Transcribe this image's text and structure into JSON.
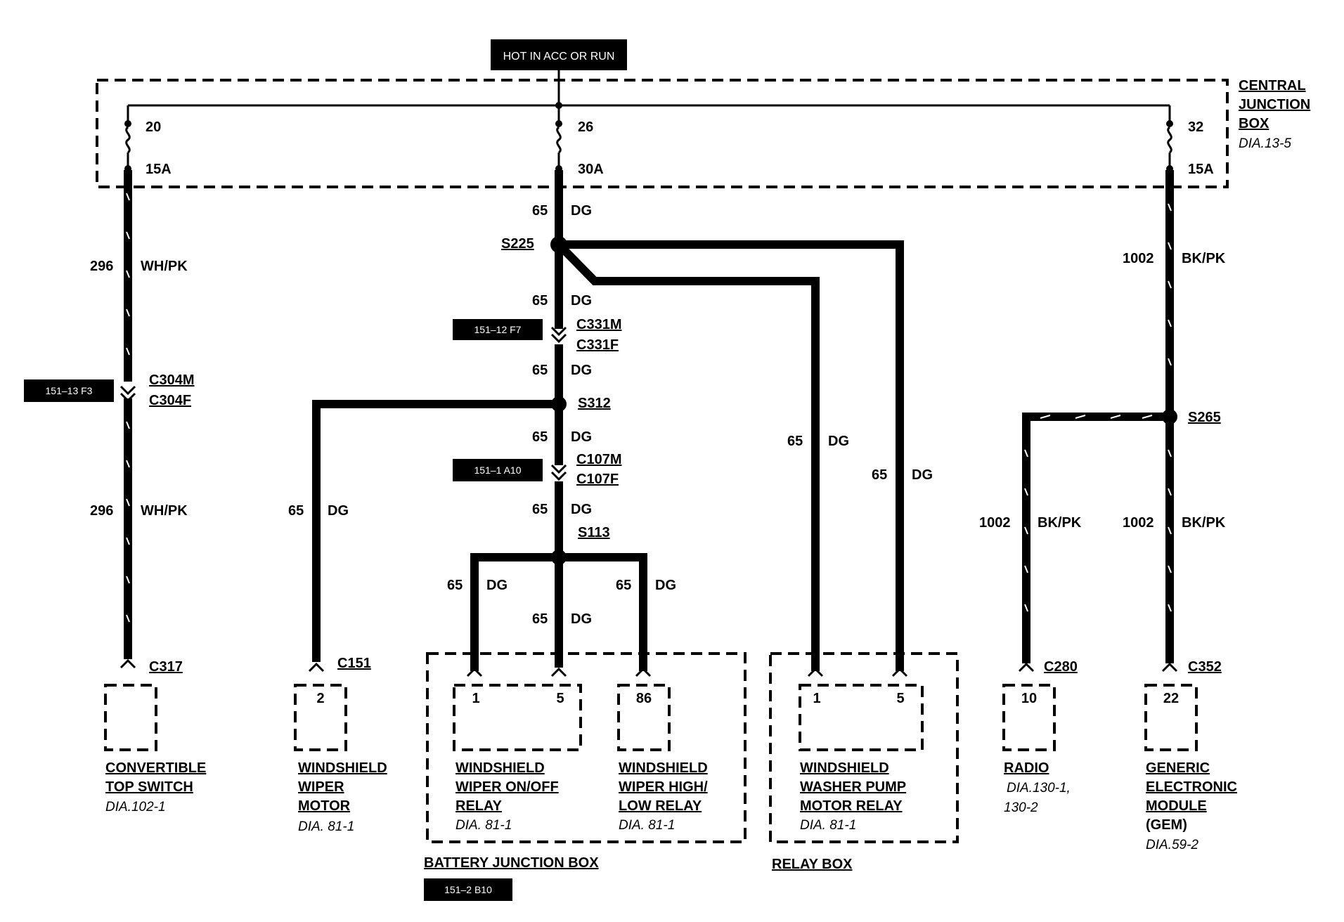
{
  "power_label": "HOT IN ACC OR RUN",
  "central_junction_box": {
    "title_lines": [
      "CENTRAL",
      "JUNCTION",
      "BOX"
    ],
    "ref": "DIA.13-5"
  },
  "fuses": [
    {
      "number": "20",
      "rating": "15A"
    },
    {
      "number": "26",
      "rating": "30A"
    },
    {
      "number": "32",
      "rating": "15A"
    }
  ],
  "wire_labels": {
    "circuit_296": "296",
    "color_whpk": "WH/PK",
    "circuit_65": "65",
    "color_dg": "DG",
    "circuit_1002": "1002",
    "color_bkpk": "BK/PK"
  },
  "splices": {
    "s225": "S225",
    "s312": "S312",
    "s113": "S113",
    "s265": "S265"
  },
  "connectors": {
    "c331m": "C331M",
    "c331f": "C331F",
    "c304m": "C304M",
    "c304f": "C304F",
    "c107m": "C107M",
    "c107f": "C107F",
    "c317": "C317",
    "c151": "C151",
    "c280": "C280",
    "c352": "C352"
  },
  "locator_tags": {
    "tag1": "151–12  F7",
    "tag2": "151–13  F3",
    "tag3": "151–1  A10",
    "tag4": "151–2  B10"
  },
  "pins": {
    "wiper_motor": "2",
    "onoff_1": "1",
    "onoff_5": "5",
    "highlow_86": "86",
    "washer_1": "1",
    "washer_5": "5",
    "radio": "10",
    "gem": "22"
  },
  "components": {
    "convertible": {
      "lines": [
        "CONVERTIBLE",
        "TOP SWITCH"
      ],
      "ref": "DIA.102-1"
    },
    "wiper_motor": {
      "lines": [
        "WINDSHIELD",
        "WIPER",
        "MOTOR"
      ],
      "ref": "DIA. 81-1"
    },
    "onoff_relay": {
      "lines": [
        "WINDSHIELD",
        "WIPER ON/OFF",
        "RELAY"
      ],
      "ref": "DIA. 81-1"
    },
    "highlow_relay": {
      "lines": [
        "WINDSHIELD",
        "WIPER HIGH/",
        "LOW RELAY"
      ],
      "ref": "DIA. 81-1"
    },
    "washer_relay": {
      "lines": [
        "WINDSHIELD",
        "WASHER PUMP",
        "MOTOR RELAY"
      ],
      "ref": "DIA. 81-1"
    },
    "radio": {
      "lines": [
        "RADIO"
      ],
      "ref_lines": [
        "DIA.130-1,",
        "130-2"
      ]
    },
    "gem": {
      "lines": [
        "GENERIC",
        "ELECTRONIC",
        "MODULE",
        "(GEM)"
      ],
      "ref": "DIA.59-2"
    }
  },
  "battery_junction_box": "BATTERY JUNCTION BOX",
  "relay_box": "RELAY BOX"
}
